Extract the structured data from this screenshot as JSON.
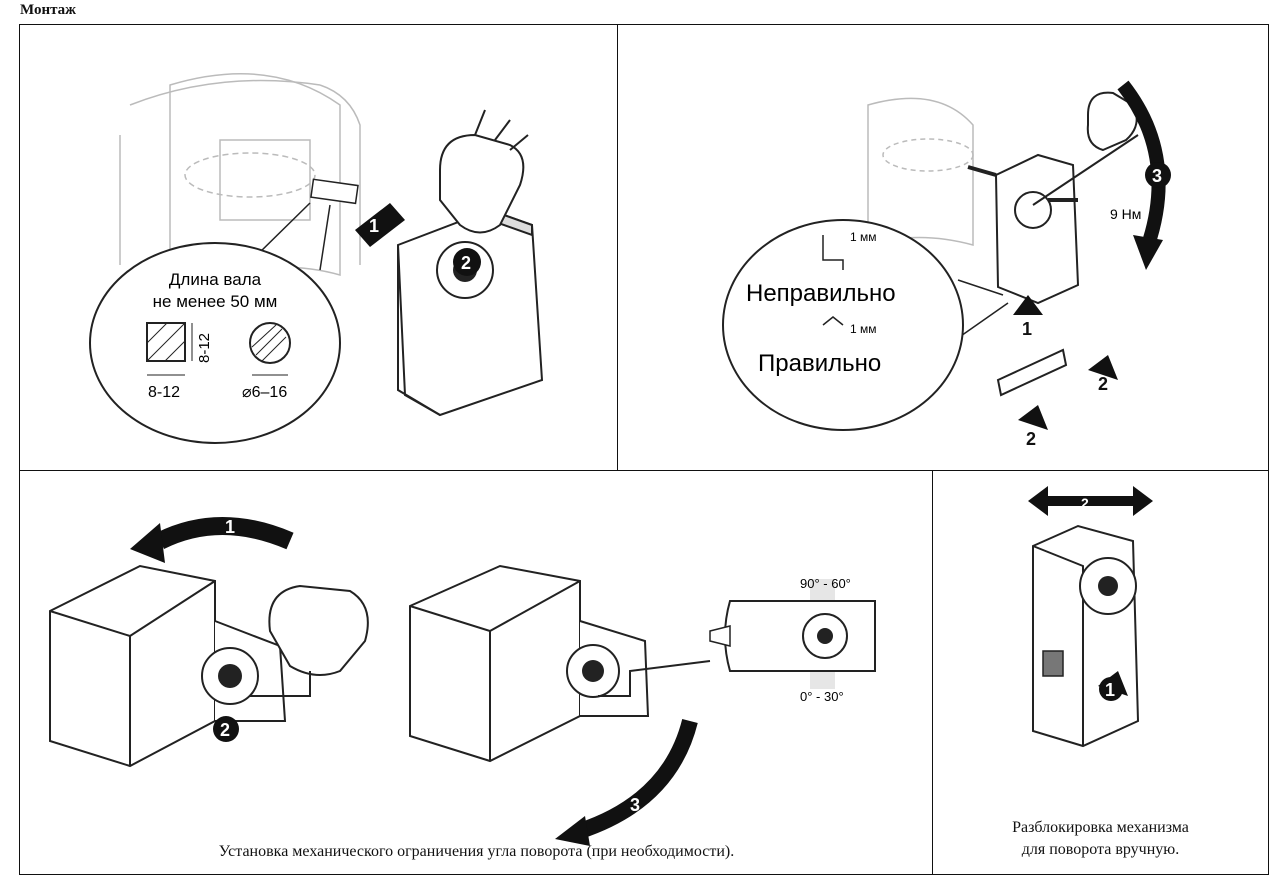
{
  "page": {
    "title": "Монтаж"
  },
  "panel1": {
    "callout_line1": "Длина вала",
    "callout_line2": "не менее 50 мм",
    "square_dim_v": "8-12",
    "square_dim_h": "8-12",
    "round_dim": "⌀6–16",
    "step1": "1",
    "step2": "2"
  },
  "panel2": {
    "wrong_label": "Неправильно",
    "right_label": "Правильно",
    "gap_top": "1 мм",
    "gap_bottom": "1 мм",
    "torque": "9 Нм",
    "step1": "1",
    "step2a": "2",
    "step2b": "2",
    "step3": "3"
  },
  "panel3": {
    "step1": "1",
    "step2": "2",
    "step3": "3",
    "angle_top": "90° - 60°",
    "angle_bottom": "0° - 30°",
    "caption": "Установка механического ограничения угла поворота (при необходимости)."
  },
  "panel4": {
    "step1": "1",
    "step2": "2",
    "caption_line1": "Разблокировка механизма",
    "caption_line2": "для поворота вручную."
  }
}
